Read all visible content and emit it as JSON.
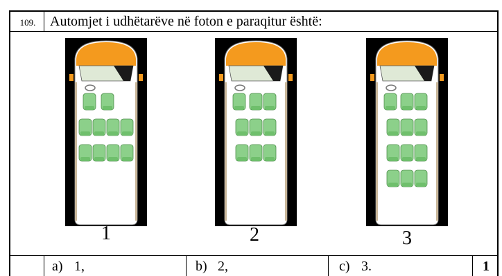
{
  "question": {
    "number": "109.",
    "text": "Automjet i udhëtarëve në foton e paraqitur është:"
  },
  "figures": [
    {
      "caption": "1",
      "seat_rows": [
        2,
        4,
        4
      ]
    },
    {
      "caption": "2",
      "seat_rows": [
        3,
        3,
        3
      ]
    },
    {
      "caption": "3",
      "seat_rows": [
        3,
        3,
        3,
        3
      ]
    }
  ],
  "options": [
    {
      "letter": "a)",
      "text": "1,"
    },
    {
      "letter": "b)",
      "text": "2,"
    },
    {
      "letter": "c)",
      "text": "3."
    }
  ],
  "points": "1",
  "colors": {
    "seat": "#8cd08a",
    "body": "#f49a1e",
    "van_bg": "#000000"
  }
}
